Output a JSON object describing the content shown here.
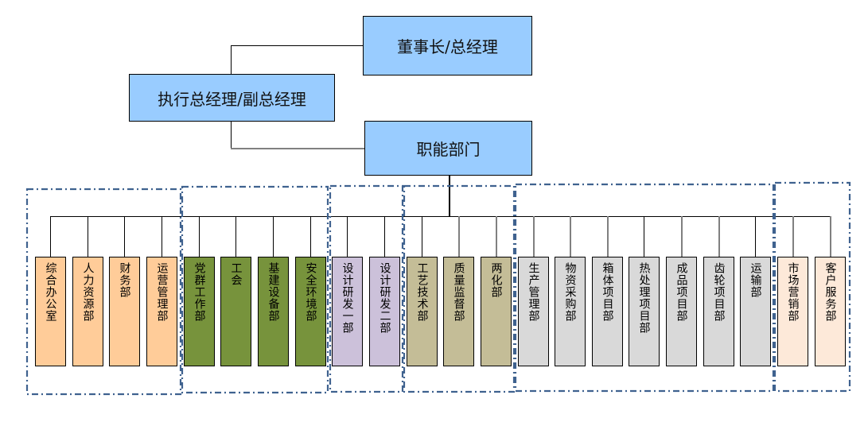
{
  "top": {
    "chairman": "董事长/总经理",
    "executive": "执行总经理/副总经理",
    "functional": "职能部门"
  },
  "colors": {
    "top_box": "#99ccff",
    "admin": "#ffcc99",
    "party": "#77933c",
    "design": "#ccc1da",
    "tech": "#c4bd97",
    "production": "#d9d9d9",
    "market": "#fde9d9",
    "group_border": "#3f628f"
  },
  "groups": [
    {
      "name": "admin-group",
      "departments": [
        {
          "label": "综合办公室",
          "color_key": "admin"
        },
        {
          "label": "人力资源部",
          "color_key": "admin"
        },
        {
          "label": "财务部",
          "color_key": "admin"
        },
        {
          "label": "运营管理部",
          "color_key": "admin"
        }
      ]
    },
    {
      "name": "party-group",
      "departments": [
        {
          "label": "党群工作部",
          "color_key": "party"
        },
        {
          "label": "工会",
          "color_key": "party"
        },
        {
          "label": "基建设备部",
          "color_key": "party"
        },
        {
          "label": "安全环境部",
          "color_key": "party"
        }
      ]
    },
    {
      "name": "design-group",
      "departments": [
        {
          "label": "设计研发一部",
          "color_key": "design"
        },
        {
          "label": "设计研发二部",
          "color_key": "design"
        }
      ]
    },
    {
      "name": "tech-group",
      "departments": [
        {
          "label": "工艺技术部",
          "color_key": "tech"
        },
        {
          "label": "质量监督部",
          "color_key": "tech"
        },
        {
          "label": "两化部",
          "color_key": "tech"
        }
      ]
    },
    {
      "name": "production-group",
      "departments": [
        {
          "label": "生产管理部",
          "color_key": "production"
        },
        {
          "label": "物资采购部",
          "color_key": "production"
        },
        {
          "label": "箱体项目部",
          "color_key": "production"
        },
        {
          "label": "热处理项目部",
          "color_key": "production"
        },
        {
          "label": "成品项目部",
          "color_key": "production"
        },
        {
          "label": "齿轮项目部",
          "color_key": "production"
        },
        {
          "label": "运输部",
          "color_key": "production"
        }
      ]
    },
    {
      "name": "market-group",
      "departments": [
        {
          "label": "市场营销部",
          "color_key": "market"
        },
        {
          "label": "客户服务部",
          "color_key": "market"
        }
      ]
    }
  ]
}
